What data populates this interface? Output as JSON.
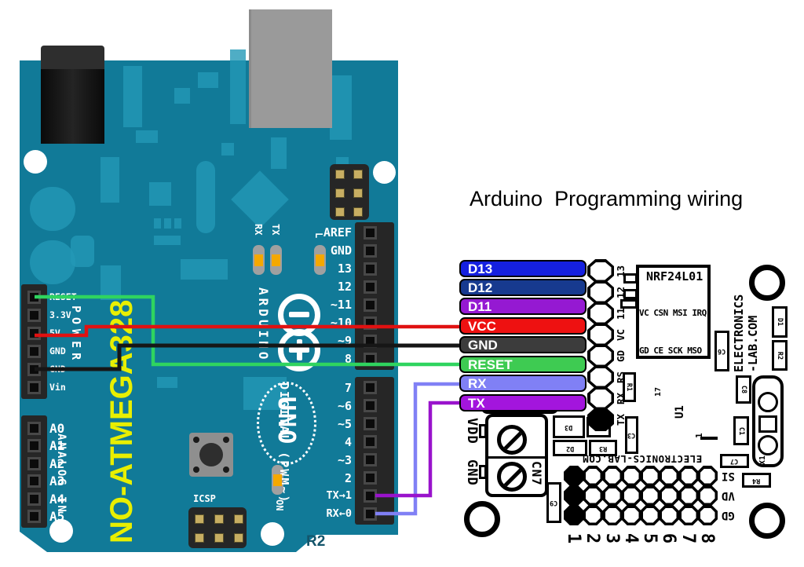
{
  "title": {
    "text": "Arduino  Programming wiring",
    "color": "#9b2fd0"
  },
  "colors": {
    "board": "#117a98",
    "trace": "#2398b6",
    "silkscreen": "#ffffff",
    "mcu_note_yellow": "#e8ef00",
    "board_rev_text": "#14556b"
  },
  "arduino": {
    "logo_text": "ARDUINO",
    "uno_text": "UNO",
    "mcu_note": "NO-ATMEGA328",
    "board_rev": "R2",
    "icsp_label": "ICSP",
    "on_label": "ON",
    "led_rx": "RX",
    "led_tx": "TX",
    "led_l": "L",
    "power_header": {
      "label": "POWER",
      "pins": [
        "RESET",
        "3.3V",
        "5V",
        "GND",
        "GND",
        "Vin"
      ]
    },
    "analog_header": {
      "label": "ANALOG IN",
      "pins": [
        "A0",
        "A1",
        "A2",
        "A3",
        "A4",
        "A5"
      ]
    },
    "digital_header": {
      "label": "DIGITAL (PWM~)",
      "top_pins": [
        "AREF",
        "GND",
        "13",
        "12",
        "~11",
        "~10",
        "~9",
        "8"
      ],
      "bottom_pins": [
        "7",
        "~6",
        "~5",
        "4",
        "~3",
        "2",
        "TX→1",
        "RX←0"
      ]
    }
  },
  "signal_labels": [
    {
      "text": "D13",
      "color": "#1520e0"
    },
    {
      "text": "D12",
      "color": "#173a8f"
    },
    {
      "text": "D11",
      "color": "#9519d2"
    },
    {
      "text": "VCC",
      "color": "#ee1111"
    },
    {
      "text": "GND",
      "color": "#3c3c3c"
    },
    {
      "text": "RESET",
      "color": "#3ecb52"
    },
    {
      "text": "RX",
      "color": "#8080f5"
    },
    {
      "text": "TX",
      "color": "#a315dd"
    }
  ],
  "wires": [
    {
      "name": "vcc",
      "from": "5V",
      "to": "VCC",
      "color": "#e01111"
    },
    {
      "name": "gnd",
      "from": "GND",
      "to": "GND",
      "color": "#161616"
    },
    {
      "name": "reset",
      "from": "RESET",
      "to": "RESET",
      "color": "#2fd45f"
    },
    {
      "name": "rx",
      "from": "RX←0",
      "to": "RX",
      "color": "#8080f5"
    },
    {
      "name": "tx",
      "from": "TX→1",
      "to": "TX",
      "color": "#9913cc"
    }
  ],
  "pcb": {
    "header_pads": [
      "13",
      "12",
      "11",
      "VC",
      "GD",
      "RS",
      "RX",
      "TX"
    ],
    "module": {
      "name": "NRF24L01",
      "pins_row1": "VC CSN MSI IRQ",
      "pins_row2": "GD CE SCK MSO"
    },
    "brand_vertical_1": "ELECTRONICS",
    "brand_vertical_2": "-LAB.COM",
    "brand_bottom": "ELECTRONICS-LAB.COM",
    "terminal": {
      "ref": "CN7",
      "pin1": "VDD",
      "pin2": "GND"
    },
    "grid": {
      "columns": [
        "1",
        "2",
        "3",
        "4",
        "5",
        "6",
        "7",
        "8"
      ],
      "rows": [
        "SI",
        "VD",
        "GD"
      ]
    },
    "refs": {
      "c6": "C6",
      "r1": "R1",
      "u1": "U1",
      "l7": "17",
      "pin1": "1",
      "d3": "D3",
      "d2": "D2",
      "r3": "R3",
      "c3": "C3",
      "c9": "C9",
      "c7": "C7",
      "r4": "R4",
      "c1": "C1",
      "c8": "C8",
      "x1": "X1",
      "d1": "D1",
      "r2": "R2"
    }
  }
}
